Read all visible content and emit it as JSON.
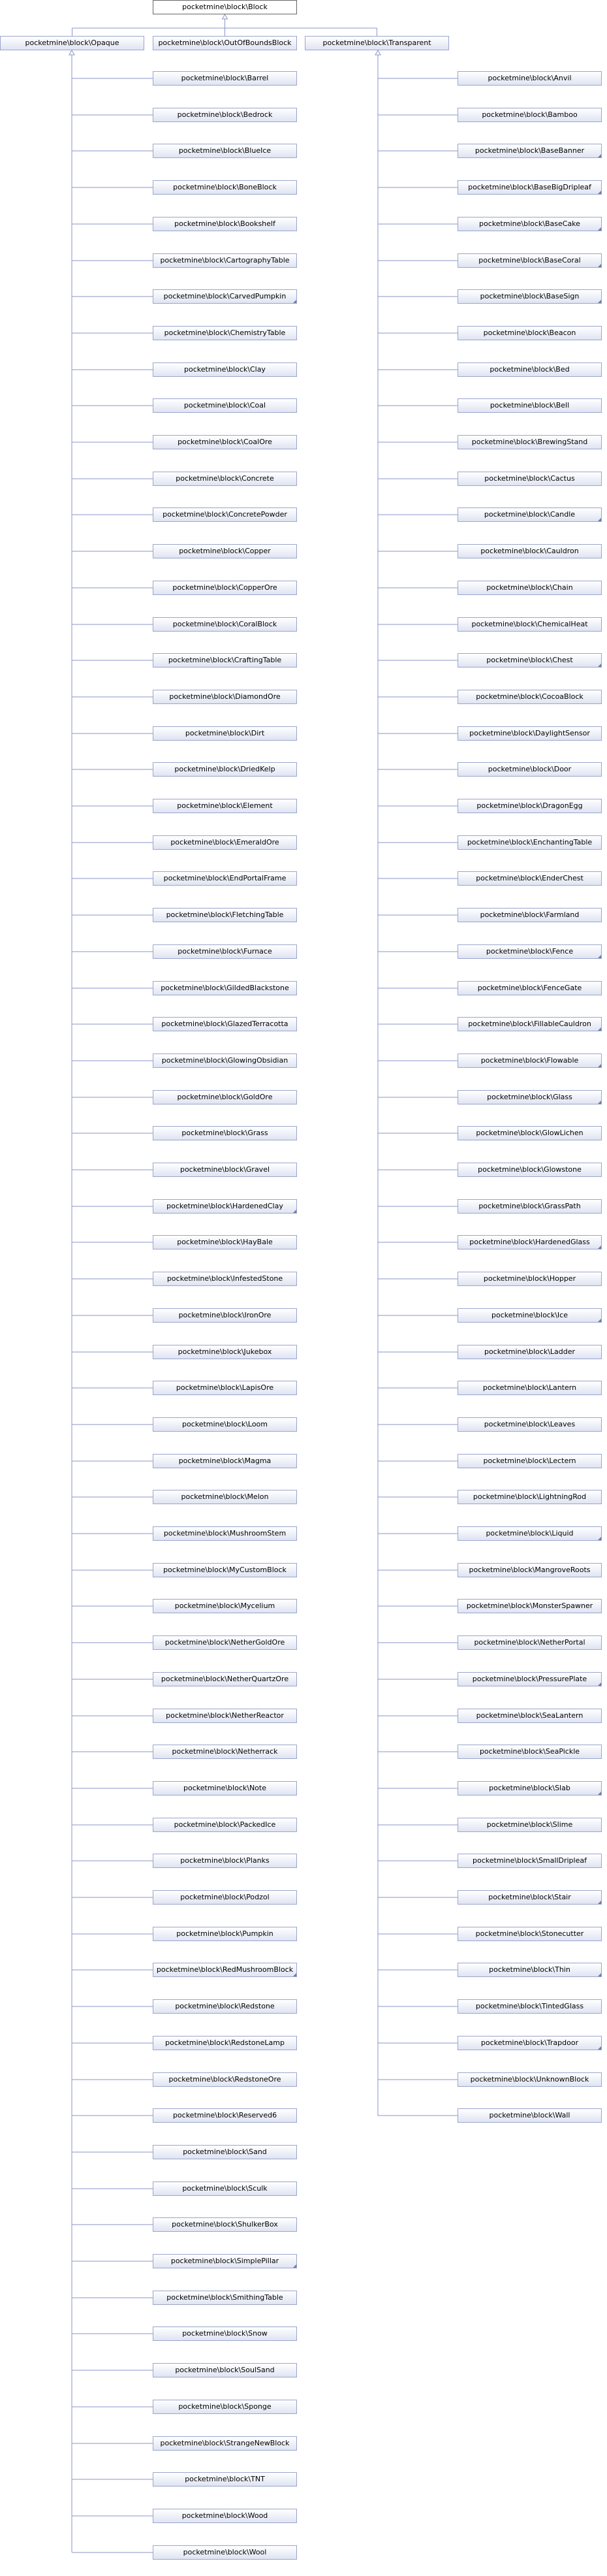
{
  "root": "pocketmine\\block\\Block",
  "groups": [
    {
      "base": "pocketmine\\block\\Opaque",
      "children": [
        {
          "label": "pocketmine\\block\\Barrel",
          "folded": false
        },
        {
          "label": "pocketmine\\block\\Bedrock",
          "folded": false
        },
        {
          "label": "pocketmine\\block\\BlueIce",
          "folded": false
        },
        {
          "label": "pocketmine\\block\\BoneBlock",
          "folded": false
        },
        {
          "label": "pocketmine\\block\\Bookshelf",
          "folded": false
        },
        {
          "label": "pocketmine\\block\\CartographyTable",
          "folded": false
        },
        {
          "label": "pocketmine\\block\\CarvedPumpkin",
          "folded": true
        },
        {
          "label": "pocketmine\\block\\ChemistryTable",
          "folded": false
        },
        {
          "label": "pocketmine\\block\\Clay",
          "folded": false
        },
        {
          "label": "pocketmine\\block\\Coal",
          "folded": false
        },
        {
          "label": "pocketmine\\block\\CoalOre",
          "folded": false
        },
        {
          "label": "pocketmine\\block\\Concrete",
          "folded": false
        },
        {
          "label": "pocketmine\\block\\ConcretePowder",
          "folded": false
        },
        {
          "label": "pocketmine\\block\\Copper",
          "folded": false
        },
        {
          "label": "pocketmine\\block\\CopperOre",
          "folded": false
        },
        {
          "label": "pocketmine\\block\\CoralBlock",
          "folded": false
        },
        {
          "label": "pocketmine\\block\\CraftingTable",
          "folded": false
        },
        {
          "label": "pocketmine\\block\\DiamondOre",
          "folded": false
        },
        {
          "label": "pocketmine\\block\\Dirt",
          "folded": false
        },
        {
          "label": "pocketmine\\block\\DriedKelp",
          "folded": false
        },
        {
          "label": "pocketmine\\block\\Element",
          "folded": false
        },
        {
          "label": "pocketmine\\block\\EmeraldOre",
          "folded": false
        },
        {
          "label": "pocketmine\\block\\EndPortalFrame",
          "folded": false
        },
        {
          "label": "pocketmine\\block\\FletchingTable",
          "folded": false
        },
        {
          "label": "pocketmine\\block\\Furnace",
          "folded": false
        },
        {
          "label": "pocketmine\\block\\GildedBlackstone",
          "folded": false
        },
        {
          "label": "pocketmine\\block\\GlazedTerracotta",
          "folded": false
        },
        {
          "label": "pocketmine\\block\\GlowingObsidian",
          "folded": false
        },
        {
          "label": "pocketmine\\block\\GoldOre",
          "folded": false
        },
        {
          "label": "pocketmine\\block\\Grass",
          "folded": false
        },
        {
          "label": "pocketmine\\block\\Gravel",
          "folded": false
        },
        {
          "label": "pocketmine\\block\\HardenedClay",
          "folded": true
        },
        {
          "label": "pocketmine\\block\\HayBale",
          "folded": false
        },
        {
          "label": "pocketmine\\block\\InfestedStone",
          "folded": false
        },
        {
          "label": "pocketmine\\block\\IronOre",
          "folded": false
        },
        {
          "label": "pocketmine\\block\\Jukebox",
          "folded": false
        },
        {
          "label": "pocketmine\\block\\LapisOre",
          "folded": false
        },
        {
          "label": "pocketmine\\block\\Loom",
          "folded": false
        },
        {
          "label": "pocketmine\\block\\Magma",
          "folded": false
        },
        {
          "label": "pocketmine\\block\\Melon",
          "folded": false
        },
        {
          "label": "pocketmine\\block\\MushroomStem",
          "folded": false
        },
        {
          "label": "pocketmine\\block\\MyCustomBlock",
          "folded": false
        },
        {
          "label": "pocketmine\\block\\Mycelium",
          "folded": false
        },
        {
          "label": "pocketmine\\block\\NetherGoldOre",
          "folded": false
        },
        {
          "label": "pocketmine\\block\\NetherQuartzOre",
          "folded": false
        },
        {
          "label": "pocketmine\\block\\NetherReactor",
          "folded": false
        },
        {
          "label": "pocketmine\\block\\Netherrack",
          "folded": false
        },
        {
          "label": "pocketmine\\block\\Note",
          "folded": false
        },
        {
          "label": "pocketmine\\block\\PackedIce",
          "folded": false
        },
        {
          "label": "pocketmine\\block\\Planks",
          "folded": false
        },
        {
          "label": "pocketmine\\block\\Podzol",
          "folded": false
        },
        {
          "label": "pocketmine\\block\\Pumpkin",
          "folded": false
        },
        {
          "label": "pocketmine\\block\\RedMushroomBlock",
          "folded": true
        },
        {
          "label": "pocketmine\\block\\Redstone",
          "folded": false
        },
        {
          "label": "pocketmine\\block\\RedstoneLamp",
          "folded": false
        },
        {
          "label": "pocketmine\\block\\RedstoneOre",
          "folded": false
        },
        {
          "label": "pocketmine\\block\\Reserved6",
          "folded": false
        },
        {
          "label": "pocketmine\\block\\Sand",
          "folded": false
        },
        {
          "label": "pocketmine\\block\\Sculk",
          "folded": false
        },
        {
          "label": "pocketmine\\block\\ShulkerBox",
          "folded": false
        },
        {
          "label": "pocketmine\\block\\SimplePillar",
          "folded": true
        },
        {
          "label": "pocketmine\\block\\SmithingTable",
          "folded": false
        },
        {
          "label": "pocketmine\\block\\Snow",
          "folded": false
        },
        {
          "label": "pocketmine\\block\\SoulSand",
          "folded": false
        },
        {
          "label": "pocketmine\\block\\Sponge",
          "folded": false
        },
        {
          "label": "pocketmine\\block\\StrangeNewBlock",
          "folded": false
        },
        {
          "label": "pocketmine\\block\\TNT",
          "folded": false
        },
        {
          "label": "pocketmine\\block\\Wood",
          "folded": false
        },
        {
          "label": "pocketmine\\block\\Wool",
          "folded": false
        }
      ]
    },
    {
      "base": "pocketmine\\block\\OutOfBoundsBlock",
      "children": []
    },
    {
      "base": "pocketmine\\block\\Transparent",
      "children": [
        {
          "label": "pocketmine\\block\\Anvil",
          "folded": false
        },
        {
          "label": "pocketmine\\block\\Bamboo",
          "folded": false
        },
        {
          "label": "pocketmine\\block\\BaseBanner",
          "folded": true
        },
        {
          "label": "pocketmine\\block\\BaseBigDripleaf",
          "folded": true
        },
        {
          "label": "pocketmine\\block\\BaseCake",
          "folded": true
        },
        {
          "label": "pocketmine\\block\\BaseCoral",
          "folded": true
        },
        {
          "label": "pocketmine\\block\\BaseSign",
          "folded": true
        },
        {
          "label": "pocketmine\\block\\Beacon",
          "folded": false
        },
        {
          "label": "pocketmine\\block\\Bed",
          "folded": false
        },
        {
          "label": "pocketmine\\block\\Bell",
          "folded": false
        },
        {
          "label": "pocketmine\\block\\BrewingStand",
          "folded": false
        },
        {
          "label": "pocketmine\\block\\Cactus",
          "folded": false
        },
        {
          "label": "pocketmine\\block\\Candle",
          "folded": true
        },
        {
          "label": "pocketmine\\block\\Cauldron",
          "folded": false
        },
        {
          "label": "pocketmine\\block\\Chain",
          "folded": false
        },
        {
          "label": "pocketmine\\block\\ChemicalHeat",
          "folded": false
        },
        {
          "label": "pocketmine\\block\\Chest",
          "folded": true
        },
        {
          "label": "pocketmine\\block\\CocoaBlock",
          "folded": false
        },
        {
          "label": "pocketmine\\block\\DaylightSensor",
          "folded": false
        },
        {
          "label": "pocketmine\\block\\Door",
          "folded": false
        },
        {
          "label": "pocketmine\\block\\DragonEgg",
          "folded": false
        },
        {
          "label": "pocketmine\\block\\EnchantingTable",
          "folded": false
        },
        {
          "label": "pocketmine\\block\\EnderChest",
          "folded": false
        },
        {
          "label": "pocketmine\\block\\Farmland",
          "folded": false
        },
        {
          "label": "pocketmine\\block\\Fence",
          "folded": true
        },
        {
          "label": "pocketmine\\block\\FenceGate",
          "folded": false
        },
        {
          "label": "pocketmine\\block\\FillableCauldron",
          "folded": true
        },
        {
          "label": "pocketmine\\block\\Flowable",
          "folded": true
        },
        {
          "label": "pocketmine\\block\\Glass",
          "folded": true
        },
        {
          "label": "pocketmine\\block\\GlowLichen",
          "folded": false
        },
        {
          "label": "pocketmine\\block\\Glowstone",
          "folded": false
        },
        {
          "label": "pocketmine\\block\\GrassPath",
          "folded": false
        },
        {
          "label": "pocketmine\\block\\HardenedGlass",
          "folded": true
        },
        {
          "label": "pocketmine\\block\\Hopper",
          "folded": false
        },
        {
          "label": "pocketmine\\block\\Ice",
          "folded": true
        },
        {
          "label": "pocketmine\\block\\Ladder",
          "folded": false
        },
        {
          "label": "pocketmine\\block\\Lantern",
          "folded": false
        },
        {
          "label": "pocketmine\\block\\Leaves",
          "folded": false
        },
        {
          "label": "pocketmine\\block\\Lectern",
          "folded": false
        },
        {
          "label": "pocketmine\\block\\LightningRod",
          "folded": false
        },
        {
          "label": "pocketmine\\block\\Liquid",
          "folded": true
        },
        {
          "label": "pocketmine\\block\\MangroveRoots",
          "folded": false
        },
        {
          "label": "pocketmine\\block\\MonsterSpawner",
          "folded": false
        },
        {
          "label": "pocketmine\\block\\NetherPortal",
          "folded": false
        },
        {
          "label": "pocketmine\\block\\PressurePlate",
          "folded": true
        },
        {
          "label": "pocketmine\\block\\SeaLantern",
          "folded": false
        },
        {
          "label": "pocketmine\\block\\SeaPickle",
          "folded": false
        },
        {
          "label": "pocketmine\\block\\Slab",
          "folded": true
        },
        {
          "label": "pocketmine\\block\\Slime",
          "folded": false
        },
        {
          "label": "pocketmine\\block\\SmallDripleaf",
          "folded": false
        },
        {
          "label": "pocketmine\\block\\Stair",
          "folded": true
        },
        {
          "label": "pocketmine\\block\\Stonecutter",
          "folded": false
        },
        {
          "label": "pocketmine\\block\\Thin",
          "folded": true
        },
        {
          "label": "pocketmine\\block\\TintedGlass",
          "folded": false
        },
        {
          "label": "pocketmine\\block\\Trapdoor",
          "folded": true
        },
        {
          "label": "pocketmine\\block\\UnknownBlock",
          "folded": false
        },
        {
          "label": "pocketmine\\block\\Wall",
          "folded": false
        }
      ]
    }
  ],
  "colors": {
    "node_border": "#9aa5cc",
    "root_border": "#666666",
    "edge": "#8a96c8"
  }
}
